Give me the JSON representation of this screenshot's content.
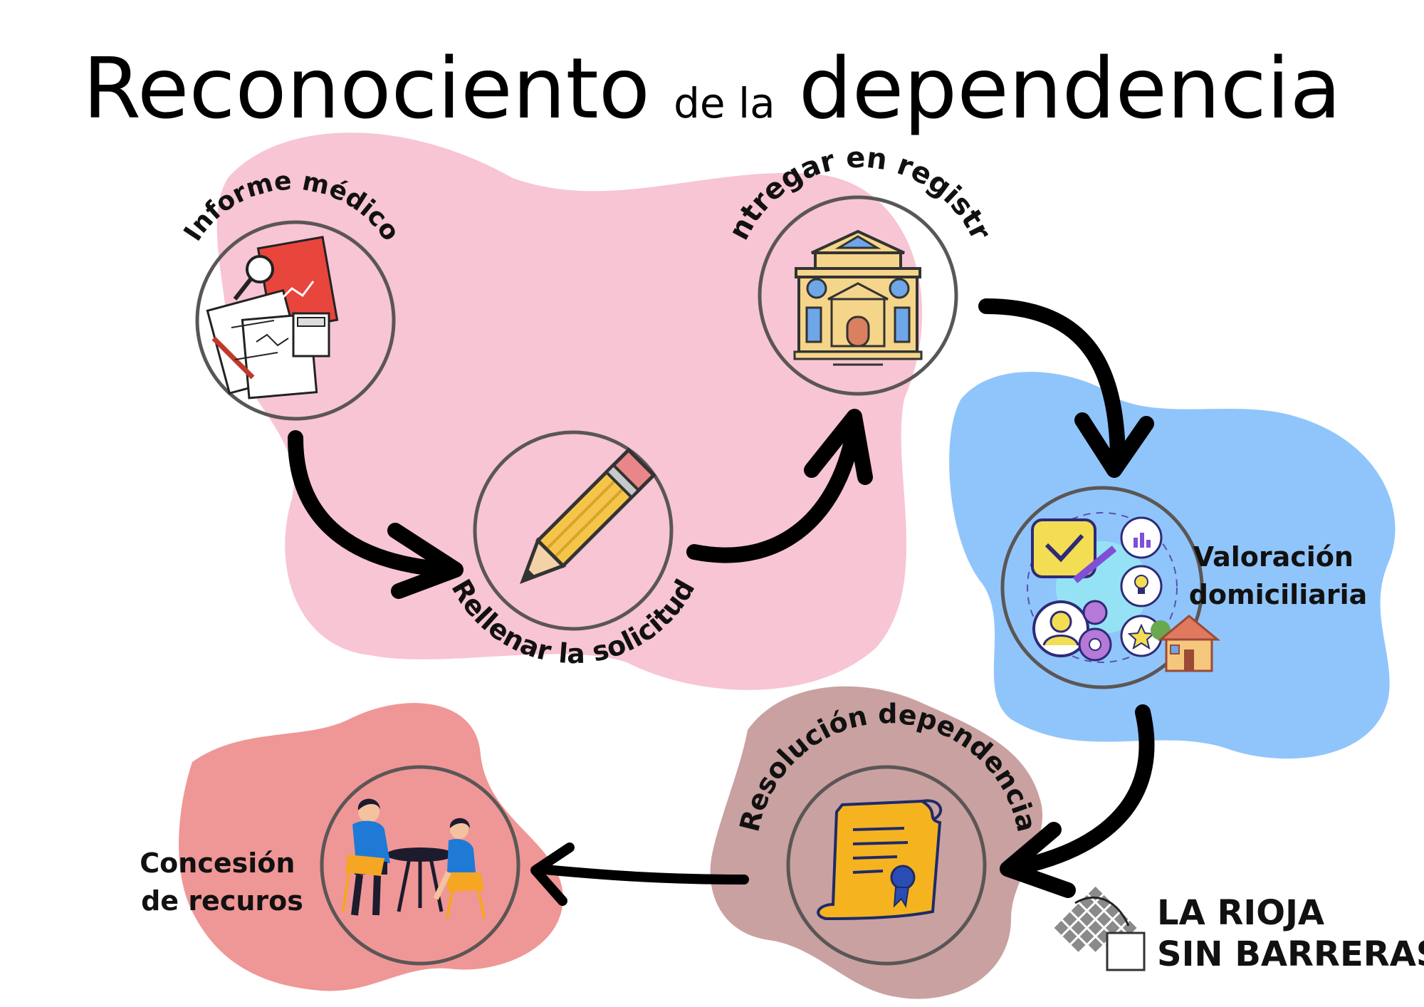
{
  "title": {
    "part1": "Reconociento",
    "part2": "de la",
    "part3": "dependencia"
  },
  "steps": [
    {
      "id": "informe",
      "label": "Informe médico"
    },
    {
      "id": "solicitud",
      "label": "Rellenar la solicitud"
    },
    {
      "id": "registro",
      "label": "Entregar en registro"
    },
    {
      "id": "valoracion",
      "label_line1": "Valoración",
      "label_line2": "domiciliaria"
    },
    {
      "id": "resolucion",
      "label": "Resolución dependencia"
    },
    {
      "id": "concesion",
      "label_line1": "Concesión",
      "label_line2": "de recuros"
    }
  ],
  "logo": {
    "line1": "LA RIOJA",
    "line2": "SIN BARRERAS"
  },
  "colors": {
    "pink_blob": "#f7c5d3",
    "blue_blob": "#90c5fb",
    "mauve_blob": "#c9a1a0",
    "salmon_blob": "#ef9796",
    "circle_stroke": "#5b5656",
    "arrow": "#000000"
  }
}
